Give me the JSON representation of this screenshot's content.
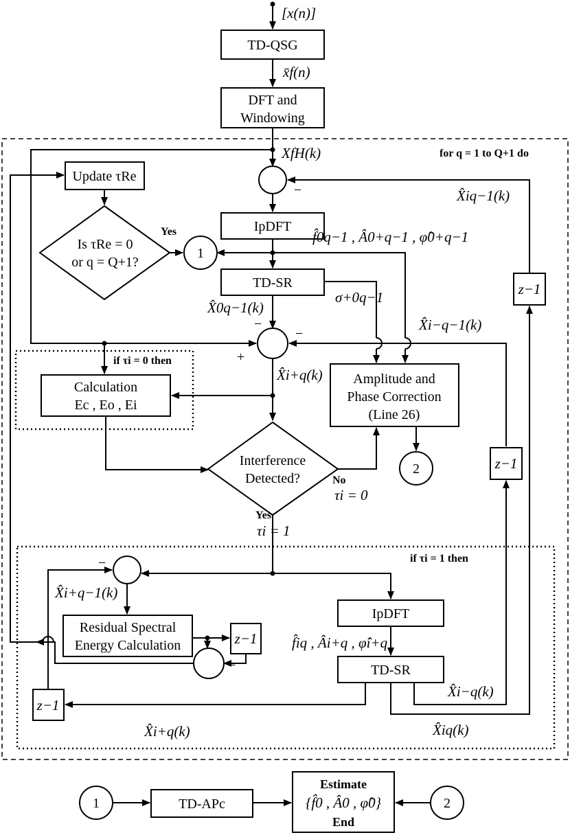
{
  "input_signal": "[x(n)]",
  "blocks": {
    "td_qsg": "TD-QSG",
    "filtered_signal": "x̄f(n)",
    "dft_line1": "DFT and",
    "dft_line2": "Windowing",
    "spectrum": "XfH(k)",
    "loop_header": "for q = 1 to Q+1 do",
    "update": "Update τRe",
    "ipdft": "IpDFT",
    "decision1_line1": "Is τRe = 0",
    "decision1_line2": "or q = Q+1?",
    "yes_label": "Yes",
    "ipdft_estimates": "f̂0q−1 , Â0+q−1 , φ̂0+q−1",
    "prev_interference": "X̂iq−1(k)",
    "td_sr": "TD-SR",
    "sigma": "σ+0q−1",
    "x0_prev": "X̂0q−1(k)",
    "xi_minus_prev": "X̂i−q−1(k)",
    "if_tau0": "if τi = 0 then",
    "calc_line1": "Calculation",
    "calc_line2": "Ec , Eo , Ei",
    "xi_plus": "X̂i+q(k)",
    "corr_line1": "Amplitude and",
    "corr_line2": "Phase Correction",
    "corr_line3": "(Line 26)",
    "interf_line1": "Interference",
    "interf_line2": "Detected?",
    "no_label": "No",
    "tau_zero": "τi = 0",
    "yes2_label": "Yes",
    "tau_one": "τi = 1",
    "if_tau1": "if τi = 1 then",
    "xi_plus_prev": "X̂i+q−1(k)",
    "residual_line1": "Residual Spectral",
    "residual_line2": "Energy Calculation",
    "ipdft2": "IpDFT",
    "ipdft2_estimates": "f̂iq , Âi+q , φ̂i+q",
    "td_sr2": "TD-SR",
    "xi_minus": "X̂i−q(k)",
    "xi_plus2": "X̂i+q(k)",
    "xi_total": "X̂iq(k)",
    "z_inv": "z−1",
    "minus": "−",
    "plus": "+",
    "connector1": "1",
    "connector2": "2",
    "td_apc": "TD-APc",
    "estimate_title": "Estimate",
    "estimate_set": "{f̂0 , Â0 , φ̂0}",
    "end_label": "End"
  }
}
